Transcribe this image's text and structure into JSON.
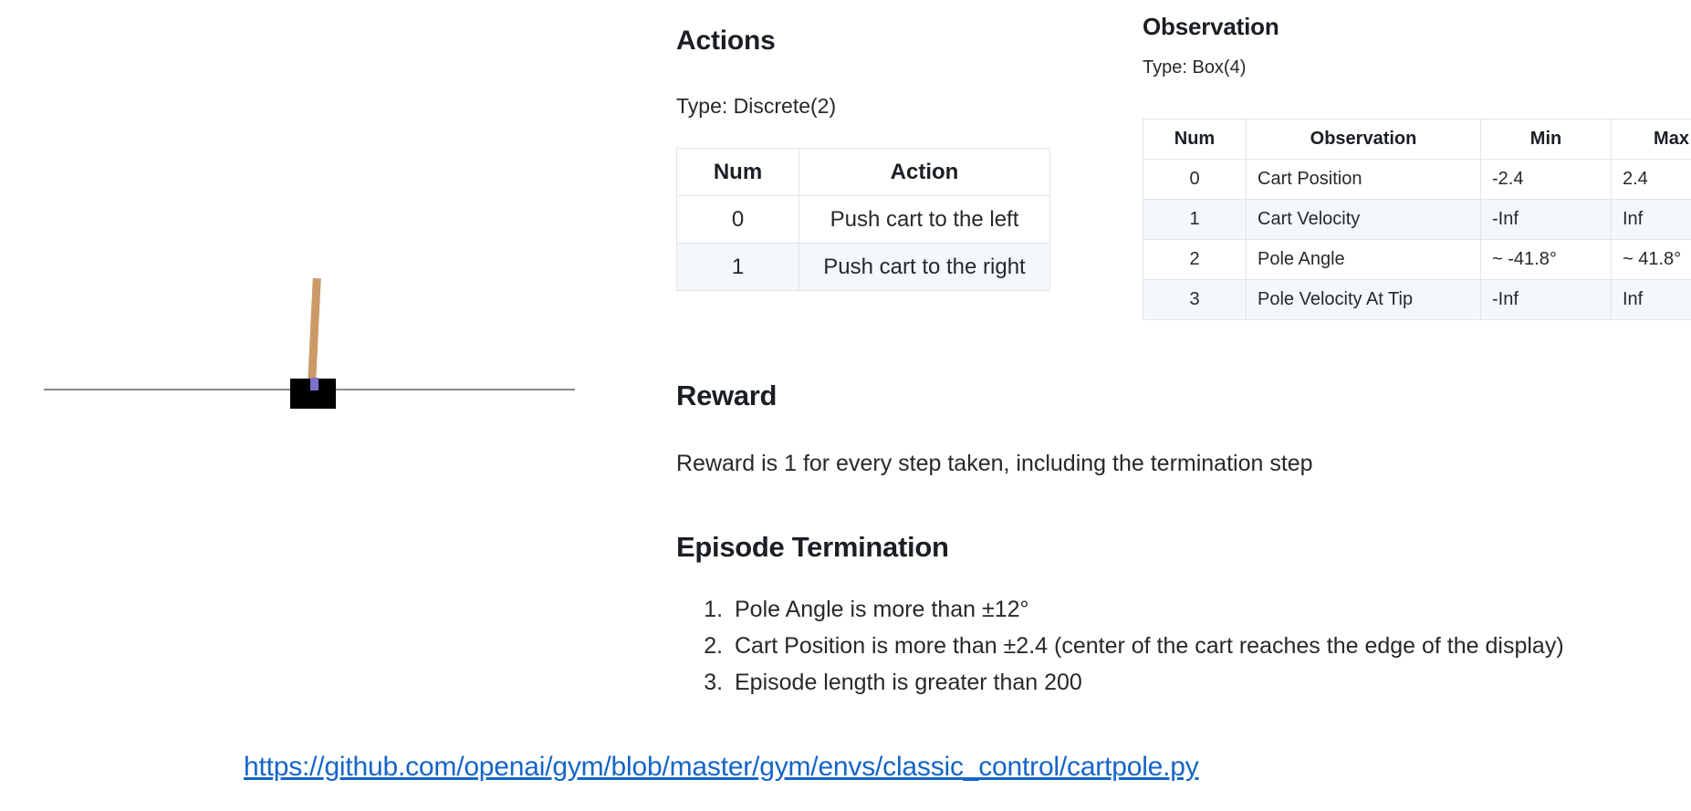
{
  "figure": {
    "name": "cartpole-illustration",
    "cart_color": "#000000",
    "pole_color": "#cb9a67",
    "axle_color": "#7b72d0",
    "track_color": "#8a8a8a"
  },
  "actions": {
    "heading": "Actions",
    "type_line": "Type: Discrete(2)",
    "table": {
      "headers": [
        "Num",
        "Action"
      ],
      "rows": [
        {
          "num": "0",
          "action": "Push cart to the left"
        },
        {
          "num": "1",
          "action": "Push cart to the right"
        }
      ]
    }
  },
  "observation": {
    "heading": "Observation",
    "type_line": "Type: Box(4)",
    "table": {
      "headers": [
        "Num",
        "Observation",
        "Min",
        "Max"
      ],
      "rows": [
        {
          "num": "0",
          "observation": "Cart Position",
          "min": "-2.4",
          "max": "2.4"
        },
        {
          "num": "1",
          "observation": "Cart Velocity",
          "min": "-Inf",
          "max": "Inf"
        },
        {
          "num": "2",
          "observation": "Pole Angle",
          "min": "~ -41.8°",
          "max": "~ 41.8°"
        },
        {
          "num": "3",
          "observation": "Pole Velocity At Tip",
          "min": "-Inf",
          "max": "Inf"
        }
      ]
    }
  },
  "reward": {
    "heading": "Reward",
    "text": "Reward is 1 for every step taken, including the termination step"
  },
  "termination": {
    "heading": "Episode Termination",
    "items": [
      "Pole Angle is more than ±12°",
      "Cart Position is more than ±2.4 (center of the cart reaches the edge of the display)",
      "Episode length is greater than 200"
    ]
  },
  "link": {
    "url": "https://github.com/openai/gym/blob/master/gym/envs/classic_control/cartpole.py",
    "color": "#1565c8"
  }
}
